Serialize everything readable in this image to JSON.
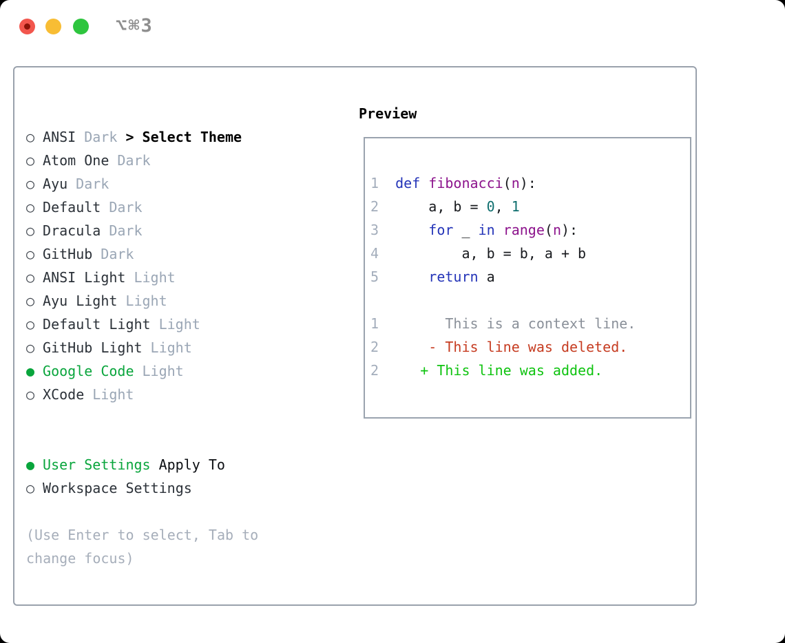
{
  "window": {
    "title": "⌥⌘3",
    "traffic_lights": [
      {
        "name": "close",
        "color": "#f2564d"
      },
      {
        "name": "minimize",
        "color": "#f8bd34"
      },
      {
        "name": "zoom",
        "color": "#2ec53e"
      }
    ]
  },
  "glyphs": {
    "header_prefix": ">",
    "radio": "○",
    "radio_selected": "●"
  },
  "colors": {
    "accent_green": "#09a53c",
    "diff_added": "#0fc310",
    "diff_deleted": "#c63c21",
    "diff_context": "#8a9099",
    "keyword": "#2434b8",
    "function": "#8c138c",
    "literal": "#0e6e6e",
    "line_number": "#a3adbb",
    "muted_variant": "#9aa6b5",
    "border": "#99a1ac"
  },
  "theme_panel": {
    "header": "Select Theme",
    "themes": [
      {
        "name": "ANSI",
        "variant": "Dark",
        "selected": false
      },
      {
        "name": "Atom One",
        "variant": "Dark",
        "selected": false
      },
      {
        "name": "Ayu",
        "variant": "Dark",
        "selected": false
      },
      {
        "name": "Default",
        "variant": "Dark",
        "selected": false
      },
      {
        "name": "Dracula",
        "variant": "Dark",
        "selected": false
      },
      {
        "name": "GitHub",
        "variant": "Dark",
        "selected": false
      },
      {
        "name": "ANSI Light",
        "variant": "Light",
        "selected": false
      },
      {
        "name": "Ayu Light",
        "variant": "Light",
        "selected": false
      },
      {
        "name": "Default Light",
        "variant": "Light",
        "selected": false
      },
      {
        "name": "GitHub Light",
        "variant": "Light",
        "selected": false
      },
      {
        "name": "Google Code",
        "variant": "Light",
        "selected": true
      },
      {
        "name": "XCode",
        "variant": "Light",
        "selected": false
      }
    ],
    "apply_to": {
      "header": "Apply To",
      "options": [
        {
          "label": "User Settings",
          "selected": true
        },
        {
          "label": "Workspace Settings",
          "selected": false
        }
      ]
    },
    "hint": "(Use Enter to select, Tab to change focus)"
  },
  "preview": {
    "header": "Preview",
    "lines": [
      {
        "num": "1",
        "tokens": [
          [
            "kw",
            "def"
          ],
          [
            "pl",
            " "
          ],
          [
            "fn",
            "fibonacci"
          ],
          [
            "pl",
            "("
          ],
          [
            "fn",
            "n"
          ],
          [
            "pl",
            "):"
          ]
        ]
      },
      {
        "num": "2",
        "tokens": [
          [
            "pl",
            "    a, b = "
          ],
          [
            "lit",
            "0"
          ],
          [
            "pl",
            ", "
          ],
          [
            "lit",
            "1"
          ]
        ]
      },
      {
        "num": "3",
        "tokens": [
          [
            "pl",
            "    "
          ],
          [
            "kw",
            "for"
          ],
          [
            "pl",
            " _ "
          ],
          [
            "kw",
            "in"
          ],
          [
            "pl",
            " "
          ],
          [
            "fn",
            "range"
          ],
          [
            "pl",
            "("
          ],
          [
            "fn",
            "n"
          ],
          [
            "pl",
            "):"
          ]
        ]
      },
      {
        "num": "4",
        "tokens": [
          [
            "pl",
            "        a, b = b, a + b"
          ]
        ]
      },
      {
        "num": "5",
        "tokens": [
          [
            "pl",
            "    "
          ],
          [
            "kw",
            "return"
          ],
          [
            "pl",
            " a"
          ]
        ]
      },
      {
        "blank": true
      },
      {
        "num": "1",
        "name": "diff-context-line",
        "tokens": [
          [
            "ctx",
            "      This is a context line."
          ]
        ]
      },
      {
        "num": "2",
        "name": "diff-deleted-line",
        "tokens": [
          [
            "del",
            "    - This line was deleted."
          ]
        ]
      },
      {
        "num": "2",
        "name": "diff-added-line",
        "tokens": [
          [
            "add",
            "   + This line was added."
          ]
        ]
      }
    ]
  }
}
